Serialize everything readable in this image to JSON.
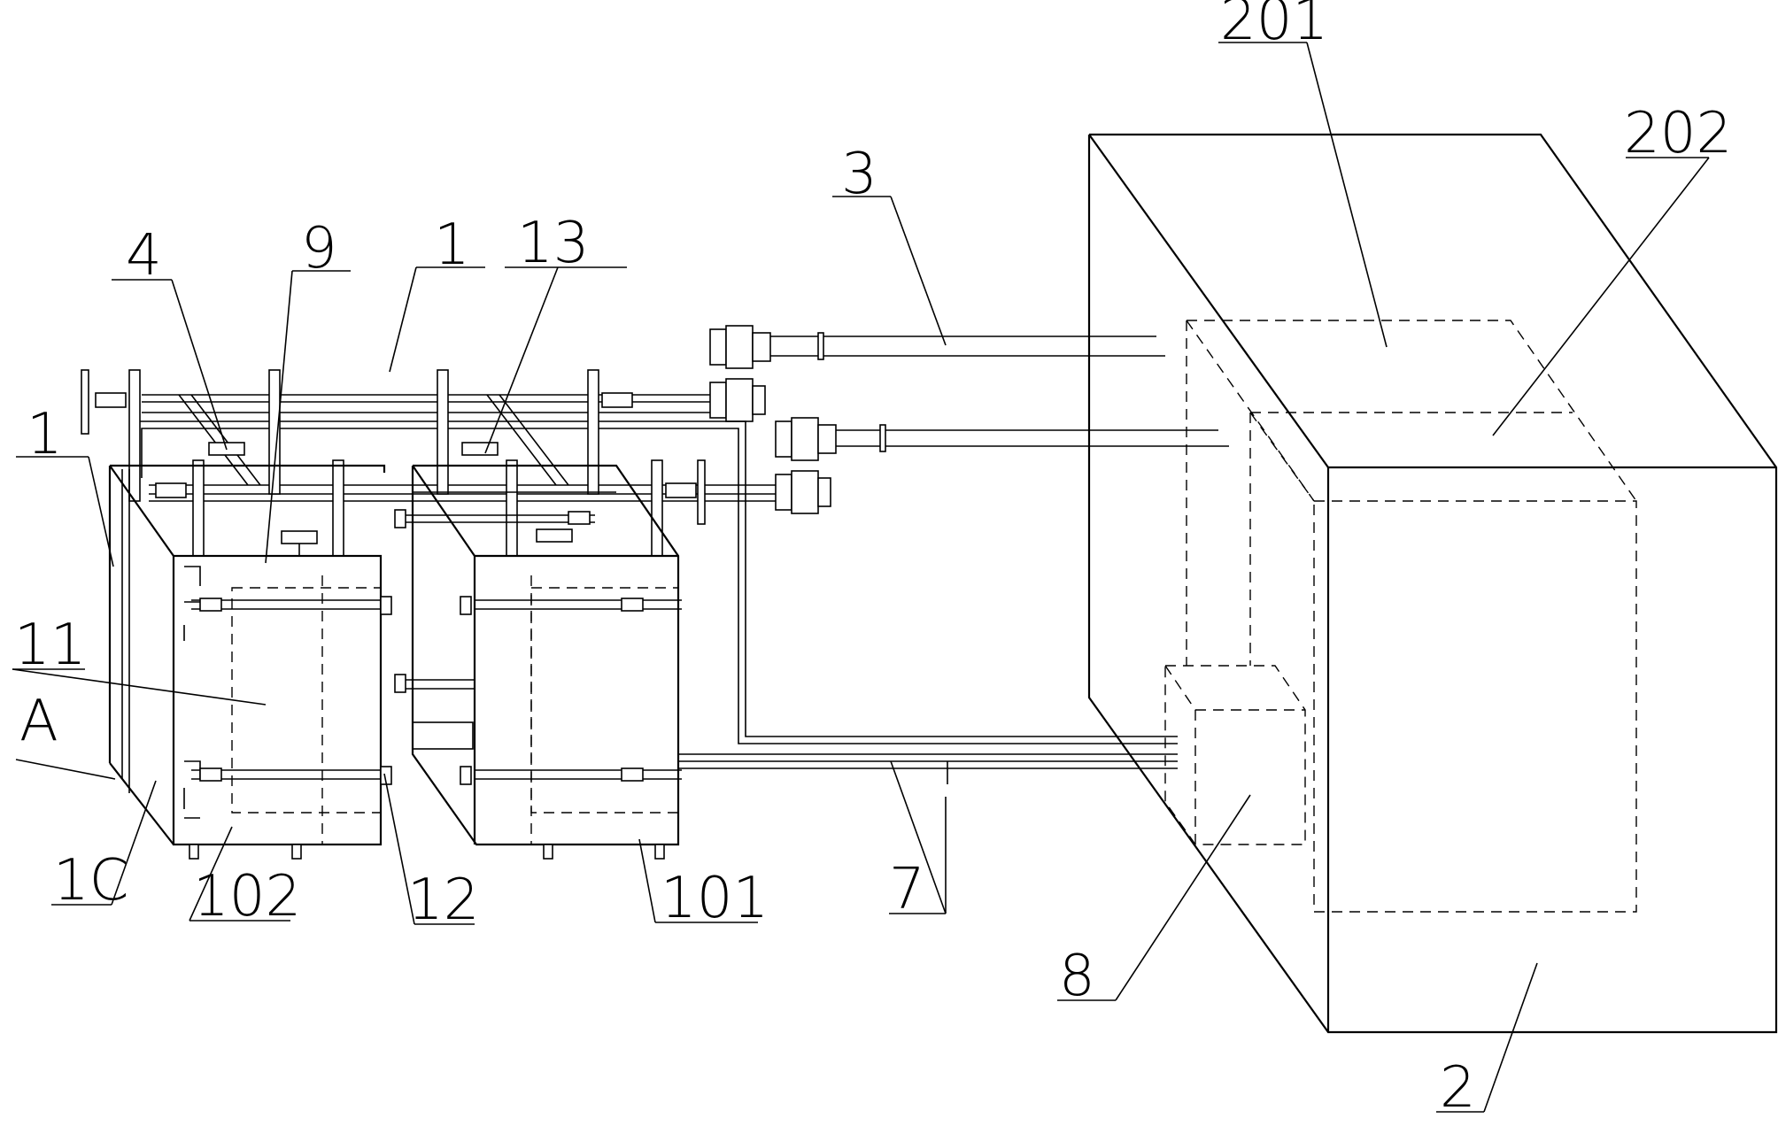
{
  "labels": {
    "l201": "201",
    "l202": "202",
    "l3": "3",
    "l4": "4",
    "l9": "9",
    "l1_top": "1",
    "l13": "13",
    "l1_left": "1",
    "l11": "11",
    "lA": "A",
    "l10": "1C",
    "l102": "102",
    "l12": "12",
    "l101": "101",
    "l7": "7",
    "l8": "8",
    "l2": "2"
  }
}
